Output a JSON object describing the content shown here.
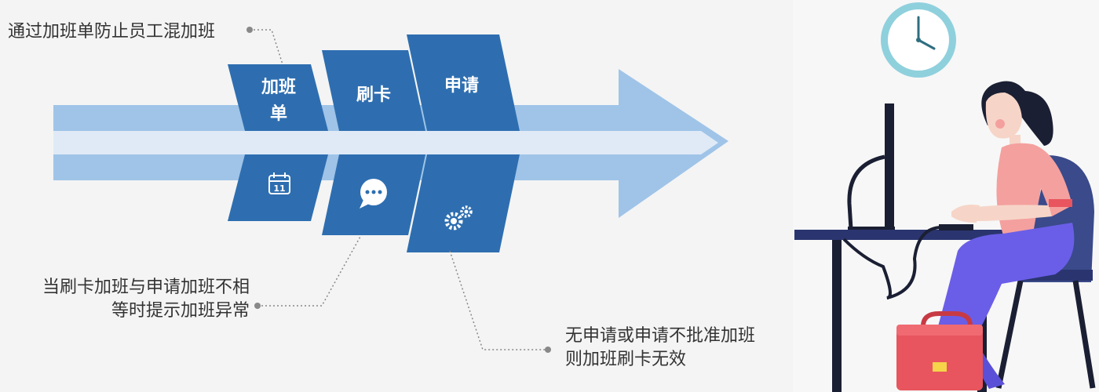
{
  "blocks": [
    {
      "label_lines": [
        "加班",
        "单"
      ],
      "icon": "calendar-icon",
      "icon_text": "11"
    },
    {
      "label_lines": [
        "刷卡"
      ],
      "icon": "chat-bubble-icon",
      "icon_text": ""
    },
    {
      "label_lines": [
        "申请"
      ],
      "icon": "gears-icon",
      "icon_text": ""
    }
  ],
  "annotations": [
    {
      "lines": [
        "通过加班单防止员工混加班"
      ]
    },
    {
      "lines": [
        "当刷卡加班与申请加班不相",
        "等时提示加班异常"
      ]
    },
    {
      "lines": [
        "无申请或申请不批准加班",
        "则加班刷卡无效"
      ]
    }
  ],
  "illustration": {
    "subject": "woman working at computer desk with wall clock and red bag",
    "icons": [
      "clock-icon",
      "monitor-icon",
      "desk-icon",
      "chair-icon",
      "bag-icon"
    ]
  },
  "colors": {
    "block_blue": "#2e6eb0",
    "arrow_light": "#9fc4e8",
    "arrow_highlight": "#dfeaf6",
    "clock_ring": "#8fd0dd",
    "shirt": "#f4a09e",
    "pants": "#6a5ee8",
    "chair": "#3a4a8a",
    "bag": "#e8555e",
    "desk": "#2a2f4a"
  }
}
